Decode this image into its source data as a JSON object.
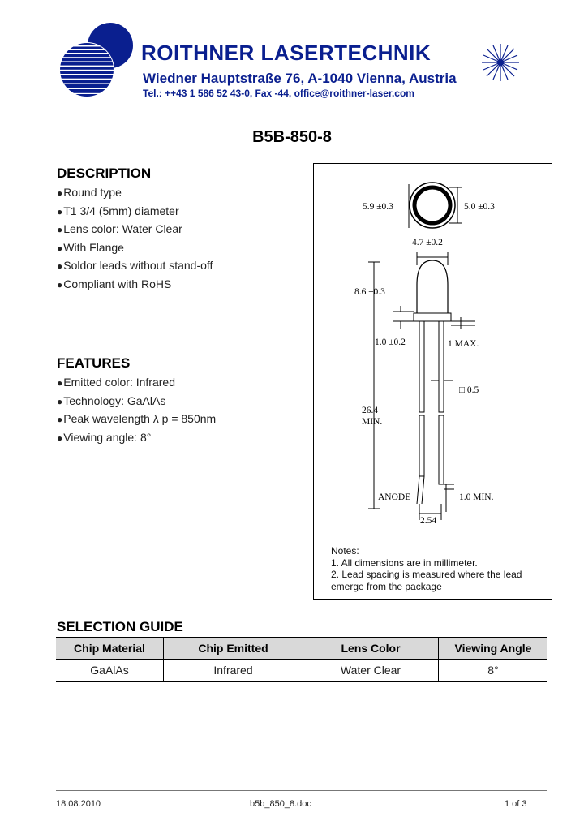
{
  "header": {
    "company": "ROITHNER LASERTECHNIK",
    "address": "Wiedner Hauptstraße 76, A-1040 Vienna, Austria",
    "contact": "Tel.: ++43 1 586 52 43-0, Fax -44, office@roithner-laser.com"
  },
  "title": "B5B-850-8",
  "description": {
    "heading": "DESCRIPTION",
    "items": [
      "Round type",
      "T1 3/4 (5mm) diameter",
      "Lens color: Water Clear",
      "With Flange",
      "Soldor leads without stand-off",
      "Compliant with RoHS"
    ]
  },
  "features": {
    "heading": "FEATURES",
    "items": [
      "Emitted color: Infrared",
      "Technology: GaAlAs",
      "Peak wavelength λ p = 850nm",
      "Viewing angle: 8°"
    ]
  },
  "drawing": {
    "dims": {
      "outer_diameter": "5.9 ±0.3",
      "body_diameter": "5.0 ±0.3",
      "lens_width": "4.7 ±0.2",
      "height": "8.6 ±0.3",
      "flange": "1.0 ±0.2",
      "max": "1 MAX.",
      "lead_square": "□ 0.5",
      "lead_length": "26.4",
      "lead_length_unit": "MIN.",
      "anode": "ANODE",
      "lead_min": "1.0 MIN.",
      "spacing": "2.54"
    },
    "notes_title": "Notes:",
    "notes": [
      "1. All dimensions are in millimeter.",
      "2. Lead spacing is measured where the lead emerge from the package"
    ]
  },
  "selection": {
    "heading": "SELECTION GUIDE",
    "columns": [
      "Chip Material",
      "Chip Emitted",
      "Lens Color",
      "Viewing Angle"
    ],
    "rows": [
      [
        "GaAlAs",
        "Infrared",
        "Water Clear",
        "8°"
      ]
    ]
  },
  "footer": {
    "date": "18.08.2010",
    "file": "b5b_850_8.doc",
    "page": "1 of 3"
  },
  "colors": {
    "brand": "#0a1f8f"
  }
}
